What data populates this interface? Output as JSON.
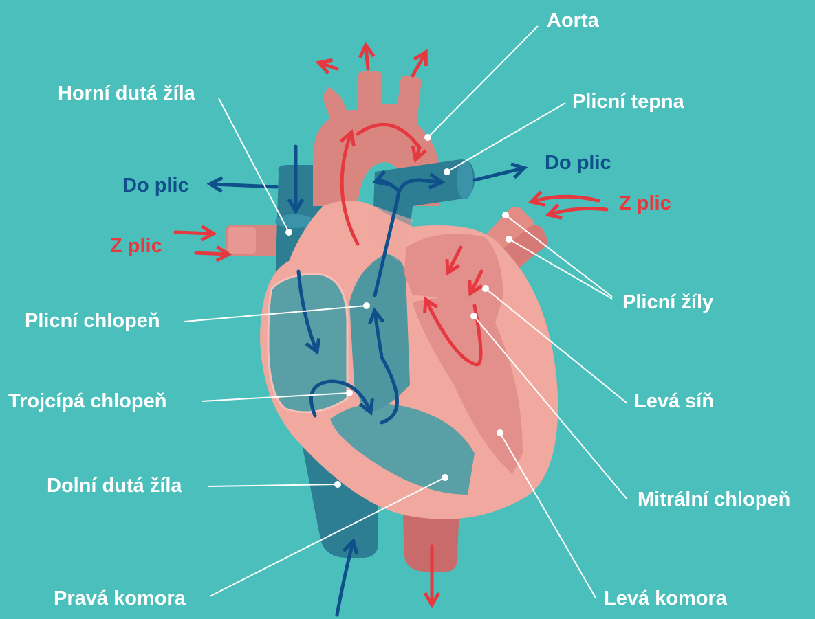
{
  "diagram": {
    "labels": {
      "aorta": "Aorta",
      "plicni_tepna": "Plicní tepna",
      "horni_duta_zila": "Horní dutá žíla",
      "do_plic_left": "Do plic",
      "do_plic_right": "Do plic",
      "z_plic_left": "Z plic",
      "z_plic_right": "Z plic",
      "plicni_zily": "Plicní žíly",
      "plicni_chlopen": "Plicní chlopeň",
      "trojcipa_chlopen": "Trojcípá chlopeň",
      "leva_sin": "Levá síň",
      "dolni_duta_zila": "Dolní dutá žíla",
      "mitralni_chlopen": "Mitrální chlopeň",
      "prava_komora": "Pravá komora",
      "leva_komora": "Levá komora"
    }
  },
  "colors": {
    "background": "#4bbfbb",
    "label_text": "#ffffff",
    "deoxygenated_flow": "#0f4f8a",
    "oxygenated_flow": "#e5393f",
    "heart_outer": "#f0a89f",
    "vein_blue": "#2d7d93",
    "artery_pink": "#d98680"
  }
}
